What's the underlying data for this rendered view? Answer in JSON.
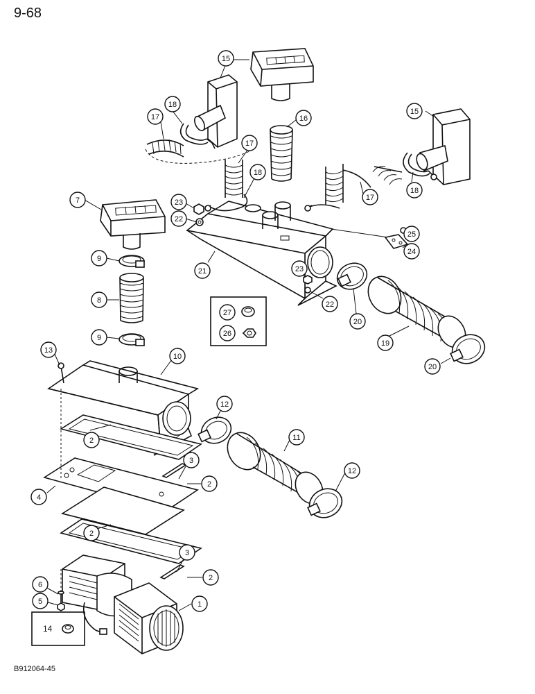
{
  "page_number": "9-68",
  "figure_code": "B912064-45",
  "callouts": [
    {
      "label": "1"
    },
    {
      "label": "2"
    },
    {
      "label": "2"
    },
    {
      "label": "2"
    },
    {
      "label": "2"
    },
    {
      "label": "3"
    },
    {
      "label": "3"
    },
    {
      "label": "4"
    },
    {
      "label": "5"
    },
    {
      "label": "6"
    },
    {
      "label": "7"
    },
    {
      "label": "8"
    },
    {
      "label": "9"
    },
    {
      "label": "9"
    },
    {
      "label": "10"
    },
    {
      "label": "11"
    },
    {
      "label": "12"
    },
    {
      "label": "12"
    },
    {
      "label": "13"
    },
    {
      "label": "15"
    },
    {
      "label": "15"
    },
    {
      "label": "16"
    },
    {
      "label": "17"
    },
    {
      "label": "17"
    },
    {
      "label": "17"
    },
    {
      "label": "18"
    },
    {
      "label": "18"
    },
    {
      "label": "18"
    },
    {
      "label": "19"
    },
    {
      "label": "20"
    },
    {
      "label": "20"
    },
    {
      "label": "21"
    },
    {
      "label": "22"
    },
    {
      "label": "22"
    },
    {
      "label": "23"
    },
    {
      "label": "23"
    },
    {
      "label": "24"
    },
    {
      "label": "25"
    },
    {
      "label": "26"
    },
    {
      "label": "27"
    }
  ],
  "inset_box_label": "14"
}
